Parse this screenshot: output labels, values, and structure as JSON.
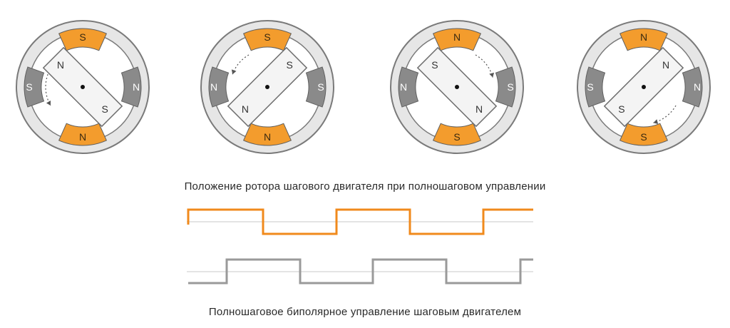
{
  "colors": {
    "stator_ring": "#e6e6e6",
    "stator_outline": "#7a7a7a",
    "pole_energized": "#f39c2d",
    "pole_idle": "#8a8a8a",
    "rotor_fill": "#f4f4f4",
    "rotor_outline": "#6e6e6e",
    "waveform_a": "#f08a1c",
    "waveform_b": "#9a9a9a",
    "baseline": "#c8c8c8",
    "text": "#2a2a2a"
  },
  "diagrams": [
    {
      "rotor_angle_deg": 45,
      "rotor_labels": [
        "N",
        "S"
      ],
      "poles": {
        "top": "S",
        "bottom": "N",
        "left": "S",
        "right": "N"
      },
      "energized": {
        "top": true,
        "bottom": true,
        "left": false,
        "right": false
      },
      "arrow_side": "lower-left"
    },
    {
      "rotor_angle_deg": -45,
      "rotor_labels": [
        "N",
        "S"
      ],
      "poles": {
        "top": "S",
        "bottom": "N",
        "left": "N",
        "right": "S"
      },
      "energized": {
        "top": true,
        "bottom": true,
        "left": false,
        "right": false
      },
      "arrow_side": "upper-left"
    },
    {
      "rotor_angle_deg": 45,
      "rotor_labels": [
        "S",
        "N"
      ],
      "poles": {
        "top": "N",
        "bottom": "S",
        "left": "N",
        "right": "S"
      },
      "energized": {
        "top": true,
        "bottom": true,
        "left": false,
        "right": false
      },
      "arrow_side": "upper-right"
    },
    {
      "rotor_angle_deg": -45,
      "rotor_labels": [
        "S",
        "N"
      ],
      "poles": {
        "top": "N",
        "bottom": "S",
        "left": "S",
        "right": "N"
      },
      "energized": {
        "top": true,
        "bottom": true,
        "left": false,
        "right": false
      },
      "arrow_side": "lower-right"
    }
  ],
  "captions": {
    "rotor_positions": "Положение ротора шагового двигателя при полношаговом управлении",
    "bipolar_control": "Полношаговое биполярное управление шаговым двигателем"
  },
  "waveforms": {
    "phase_a": [
      1,
      0,
      1,
      0,
      1
    ],
    "phase_b": [
      0,
      1,
      0,
      1,
      0,
      1
    ]
  }
}
